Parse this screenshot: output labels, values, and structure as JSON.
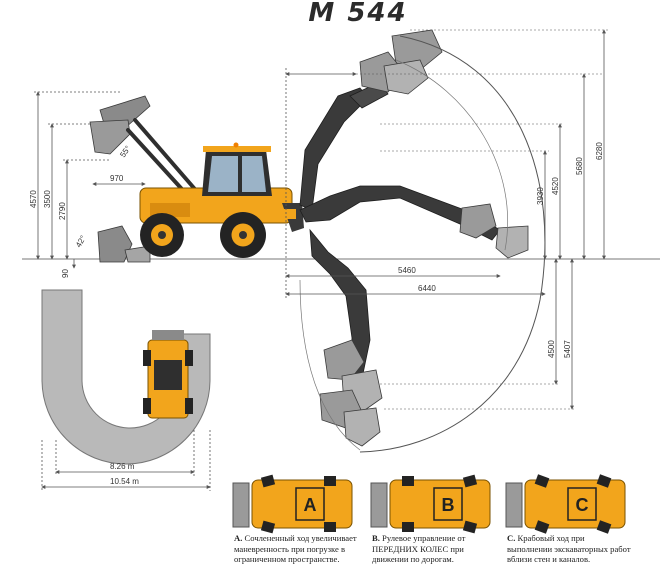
{
  "title": "M 544",
  "dims": {
    "left": {
      "h4570": "4570",
      "h3500": "3500",
      "h2790": "2790",
      "h90": "90",
      "reach970": "970",
      "angle55": "55°",
      "angle42": "42°"
    },
    "right": {
      "h3930": "3930",
      "h4520": "4520",
      "h5680": "5680",
      "h6280": "6280",
      "d4500": "4500",
      "d5407": "5407",
      "reach5460": "5460",
      "reach6440": "6440"
    },
    "turning": {
      "inner": "8.26 m",
      "outer": "10.54 m"
    }
  },
  "modes": [
    {
      "letter": "A",
      "caption_key": "A.",
      "caption_text": "Сочлененный ход увеличивает маневренность при погрузке в ограниченном пространстве."
    },
    {
      "letter": "B",
      "caption_key": "B.",
      "caption_text": "Рулевое управление от ПЕРЕДНИХ КОЛЕС при движении по дорогам."
    },
    {
      "letter": "C",
      "caption_key": "C.",
      "caption_text": "Крабовый ход при выполнении экскаваторных работ вблизи стен и каналов."
    }
  ],
  "colors": {
    "machine_yellow": "#f2a51c",
    "machine_dark": "#2a2a2a",
    "arm_gray": "#3c3c3c",
    "track_gray": "#b9b9b9",
    "line": "#555555"
  }
}
